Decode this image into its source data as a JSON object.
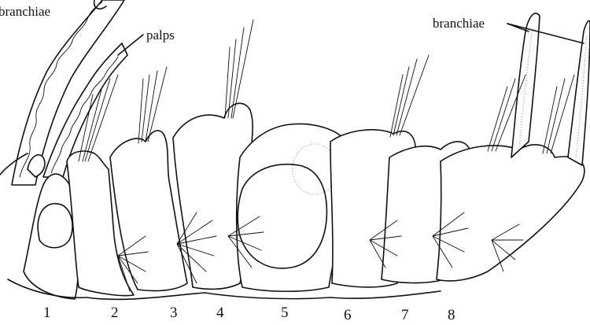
{
  "figure": {
    "labels": {
      "branchiae_top_left": "branchiae",
      "palps": "palps",
      "branchiae_top_right": "branchiae"
    },
    "segments": [
      "1",
      "2",
      "3",
      "4",
      "5",
      "6",
      "7",
      "8"
    ]
  }
}
